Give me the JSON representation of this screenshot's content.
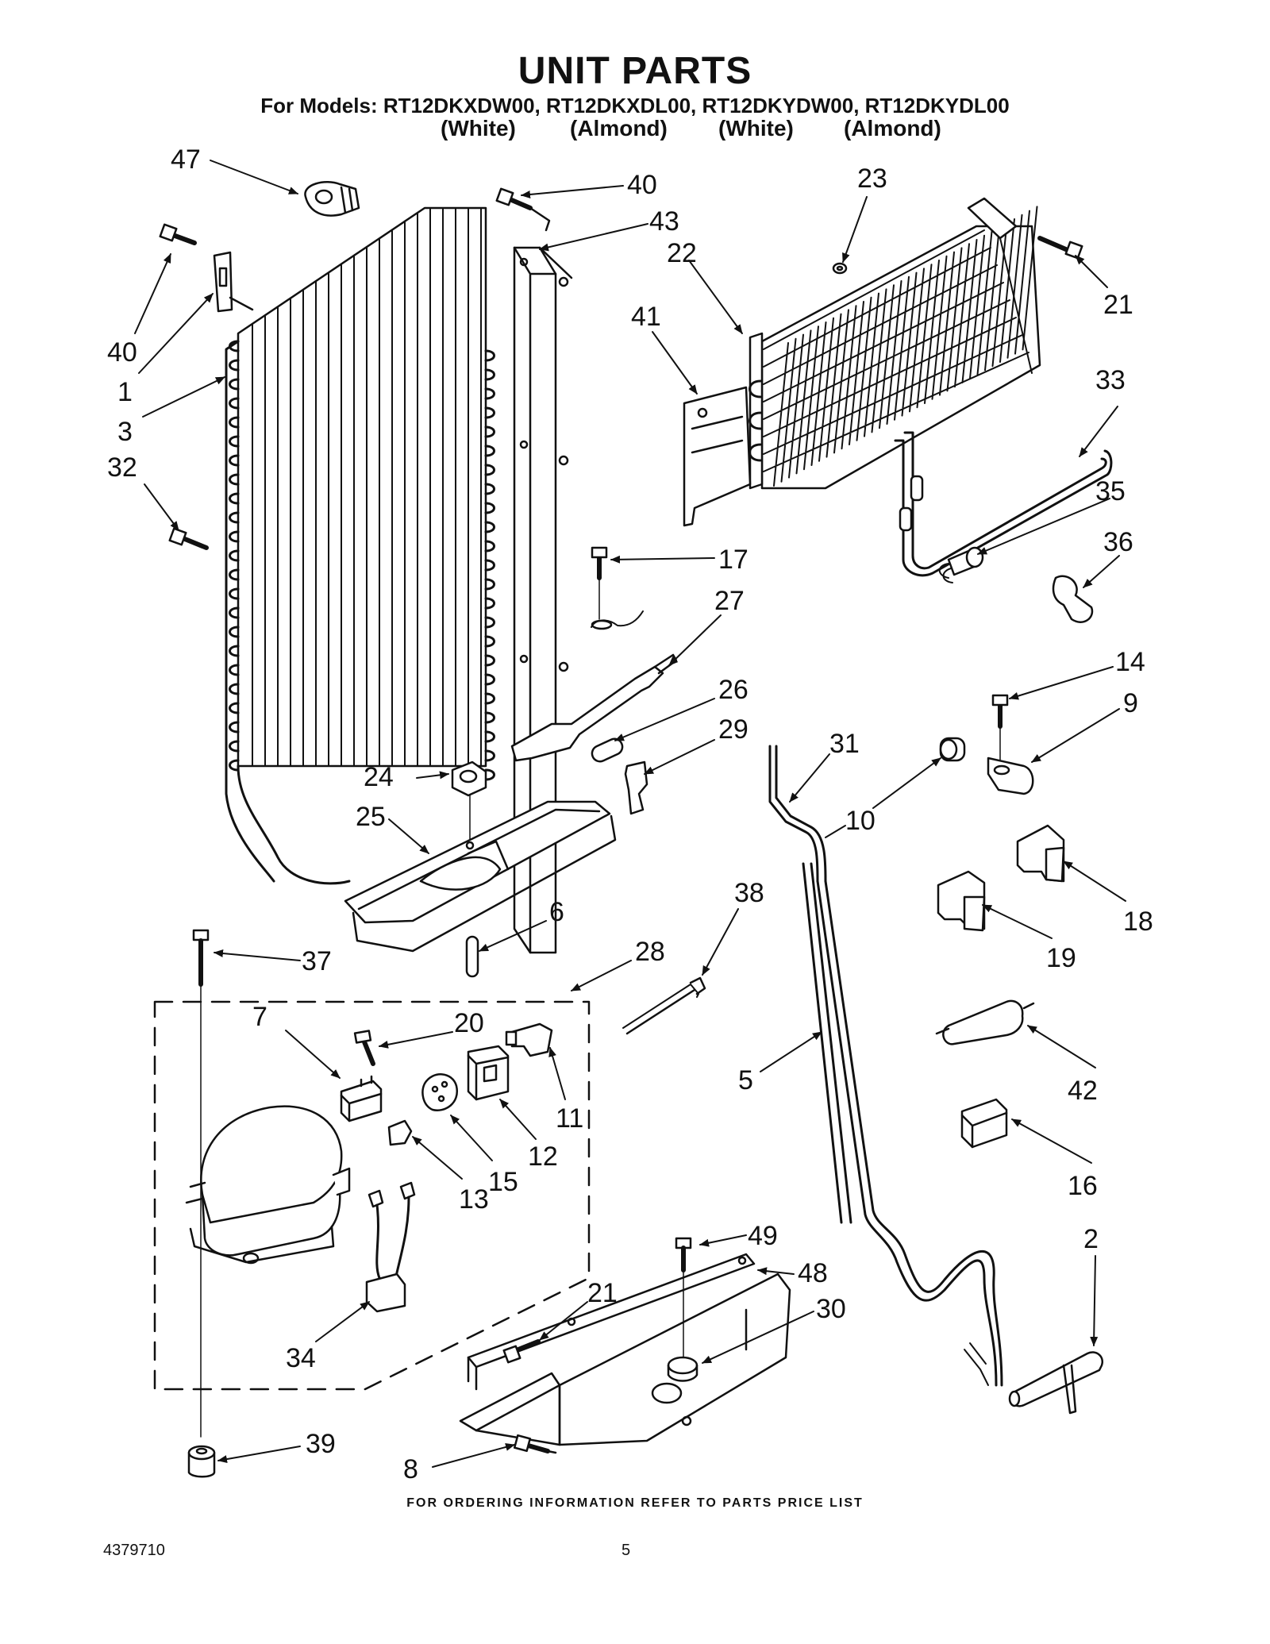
{
  "header": {
    "title": "UNIT PARTS",
    "models_line": "For Models: RT12DKXDW00, RT12DKXDL00, RT12DKYDW00, RT12DKYDL00",
    "colors": [
      "(White)",
      "(Almond)",
      "(White)",
      "(Almond)"
    ]
  },
  "callouts": [
    {
      "id": "c47",
      "label": "47"
    },
    {
      "id": "c40a",
      "label": "40"
    },
    {
      "id": "c43",
      "label": "43"
    },
    {
      "id": "c23",
      "label": "23"
    },
    {
      "id": "c22",
      "label": "22"
    },
    {
      "id": "c21a",
      "label": "21"
    },
    {
      "id": "c41",
      "label": "41"
    },
    {
      "id": "c40b",
      "label": "40"
    },
    {
      "id": "c1",
      "label": "1"
    },
    {
      "id": "c3",
      "label": "3"
    },
    {
      "id": "c32",
      "label": "32"
    },
    {
      "id": "c33",
      "label": "33"
    },
    {
      "id": "c35",
      "label": "35"
    },
    {
      "id": "c36",
      "label": "36"
    },
    {
      "id": "c17",
      "label": "17"
    },
    {
      "id": "c27",
      "label": "27"
    },
    {
      "id": "c26",
      "label": "26"
    },
    {
      "id": "c29",
      "label": "29"
    },
    {
      "id": "c14",
      "label": "14"
    },
    {
      "id": "c9",
      "label": "9"
    },
    {
      "id": "c31",
      "label": "31"
    },
    {
      "id": "c10",
      "label": "10"
    },
    {
      "id": "c24",
      "label": "24"
    },
    {
      "id": "c25",
      "label": "25"
    },
    {
      "id": "c18",
      "label": "18"
    },
    {
      "id": "c19",
      "label": "19"
    },
    {
      "id": "c38",
      "label": "38"
    },
    {
      "id": "c6",
      "label": "6"
    },
    {
      "id": "c28",
      "label": "28"
    },
    {
      "id": "c37",
      "label": "37"
    },
    {
      "id": "c7",
      "label": "7"
    },
    {
      "id": "c20",
      "label": "20"
    },
    {
      "id": "c11",
      "label": "11"
    },
    {
      "id": "c12",
      "label": "12"
    },
    {
      "id": "c15",
      "label": "15"
    },
    {
      "id": "c13",
      "label": "13"
    },
    {
      "id": "c42",
      "label": "42"
    },
    {
      "id": "c5",
      "label": "5"
    },
    {
      "id": "c16",
      "label": "16"
    },
    {
      "id": "c49",
      "label": "49"
    },
    {
      "id": "c48",
      "label": "48"
    },
    {
      "id": "c21b",
      "label": "21"
    },
    {
      "id": "c30",
      "label": "30"
    },
    {
      "id": "c2",
      "label": "2"
    },
    {
      "id": "c34",
      "label": "34"
    },
    {
      "id": "c39",
      "label": "39"
    },
    {
      "id": "c8",
      "label": "8"
    }
  ],
  "footer": {
    "ordering_note": "FOR ORDERING INFORMATION REFER TO PARTS PRICE LIST",
    "document_number": "4379710",
    "page_number": "5"
  }
}
